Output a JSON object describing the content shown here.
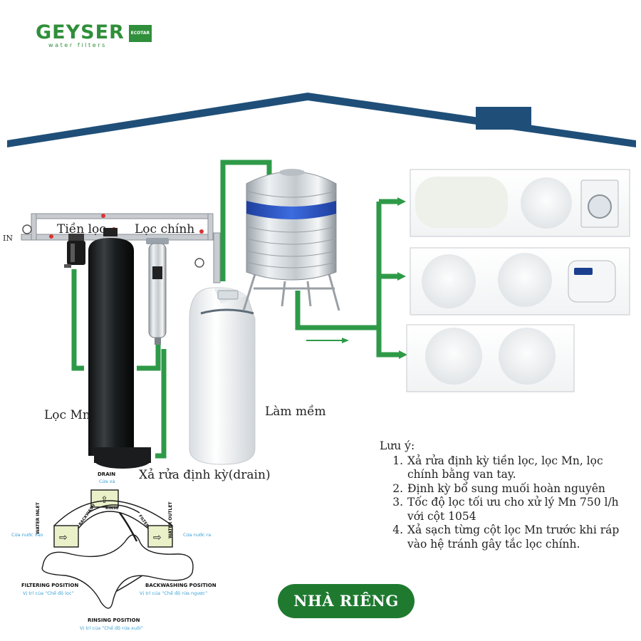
{
  "brand": {
    "name": "GEYSER",
    "tagline": "water filters",
    "badge": "ECOTAR"
  },
  "labels": {
    "inlet": "IN",
    "prefilter": "Tiền lọc",
    "main_filter": "Lọc chính",
    "mn_filter": "Lọc Mn",
    "softener": "Làm mềm",
    "drain": "Xả rửa định  kỳ(drain)"
  },
  "notes": {
    "title": "Lưu ý:",
    "items": [
      "Xả rửa định kỳ tiền lọc, lọc Mn, lọc chính bằng van tay.",
      "Định kỳ bổ sung muối hoàn nguyên",
      "Tốc độ lọc tối ưu cho xử lý Mn 750 l/h với cột 1054",
      "Xả sạch từng cột lọc Mn trước khi ráp vào hệ tránh gây tắc lọc chính."
    ]
  },
  "valve": {
    "drain": "DRAIN",
    "drain_sub": "Cửa xả",
    "inlet_sub": "Cửa nước vào",
    "outlet_sub": "Cửa nước ra",
    "water_inlet": "WATER INLET",
    "water_outlet": "WATER OUTLET",
    "rinse": "RINSE",
    "backwash": "BACKWASH",
    "filter": "FILTER",
    "filtering_position": "FILTERING POSITION",
    "filtering_sub": "Vị trí của “Chế độ lọc”",
    "backwashing_position": "BACKWASHING POSITION",
    "backwashing_sub": "Vị trí của “Chế độ rửa ngược”",
    "rinsing_position": "RINSING POSITION",
    "rinsing_sub": "Vị trí của “Chế độ rửa xuôi”"
  },
  "badge": "NHÀ RIÊNG",
  "colors": {
    "roof": "#1f4f78",
    "pipe_green": "#2e9a48",
    "brand_green": "#2f8f3a",
    "tank_band": "#2f57c4",
    "badge_bg": "#1f7a30"
  }
}
